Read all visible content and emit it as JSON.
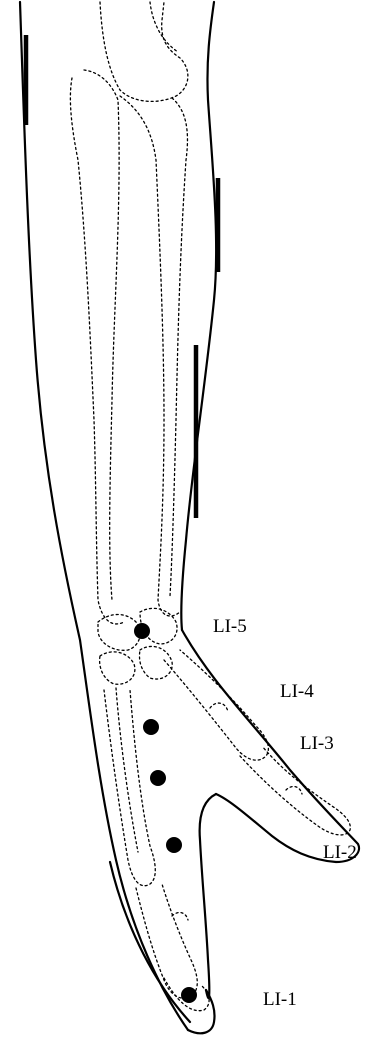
{
  "points": [
    {
      "id": "LI-5",
      "label": "LI-5"
    },
    {
      "id": "LI-4",
      "label": "LI-4"
    },
    {
      "id": "LI-3",
      "label": "LI-3"
    },
    {
      "id": "LI-2",
      "label": "LI-2"
    },
    {
      "id": "LI-1",
      "label": "LI-1"
    }
  ],
  "colors": {
    "ink": "#000000",
    "background": "#ffffff"
  }
}
